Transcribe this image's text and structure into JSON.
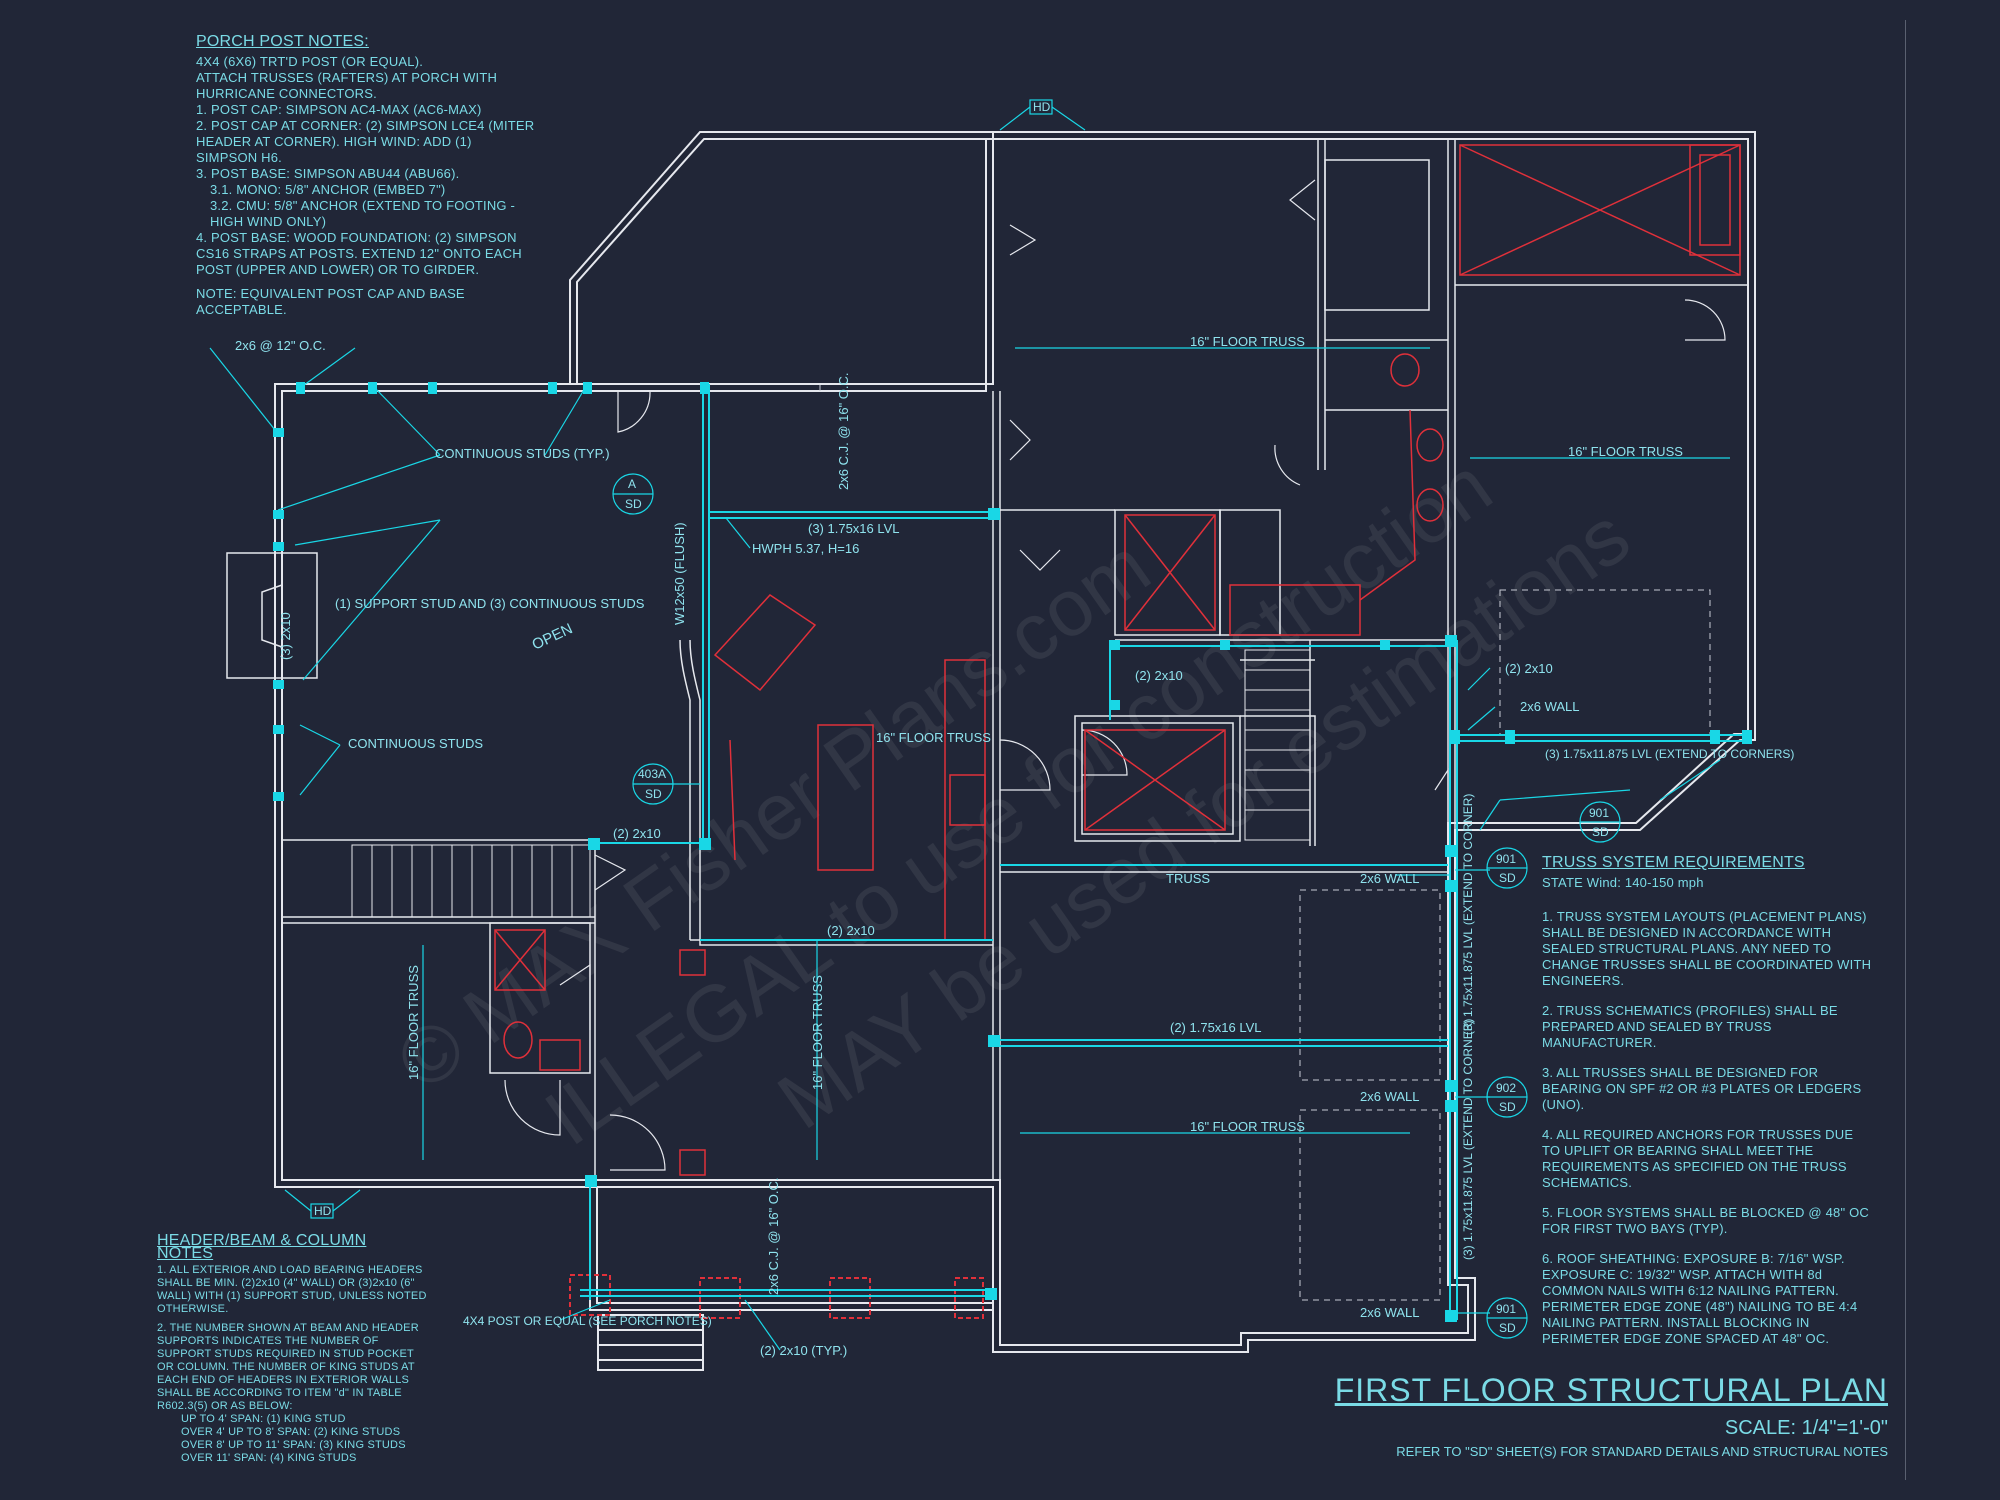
{
  "porch_notes": {
    "heading": "PORCH POST NOTES:",
    "items": [
      "4X4 (6X6) TRT'D POST (OR EQUAL).",
      "ATTACH TRUSSES (RAFTERS) AT PORCH WITH HURRICANE CONNECTORS.",
      "1. POST CAP: SIMPSON AC4-MAX (AC6-MAX)",
      "2. POST CAP AT CORNER: (2) SIMPSON LCE4 (MITER HEADER AT CORNER). HIGH WIND: ADD (1) SIMPSON H6.",
      "3. POST BASE: SIMPSON ABU44 (ABU66).",
      "3.1. MONO: 5/8\" ANCHOR (EMBED 7\")",
      "3.2. CMU: 5/8\" ANCHOR (EXTEND TO FOOTING - HIGH WIND ONLY)",
      "4. POST BASE: WOOD FOUNDATION: (2) SIMPSON CS16 STRAPS AT POSTS. EXTEND 12\" ONTO EACH POST (UPPER AND LOWER) OR TO GIRDER.",
      "NOTE: EQUIVALENT POST CAP AND BASE ACCEPTABLE."
    ]
  },
  "header_notes": {
    "heading": "HEADER/BEAM & COLUMN NOTES",
    "items": [
      "1. ALL EXTERIOR AND LOAD BEARING HEADERS SHALL BE MIN. (2)2x10 (4\" WALL) OR (3)2x10 (6\" WALL) WITH (1) SUPPORT STUD, UNLESS NOTED OTHERWISE.",
      "2. THE NUMBER SHOWN AT BEAM AND HEADER SUPPORTS INDICATES THE NUMBER OF SUPPORT STUDS REQUIRED IN STUD POCKET OR COLUMN. THE NUMBER OF KING STUDS AT EACH END OF HEADERS IN EXTERIOR WALLS SHALL BE ACCORDING TO ITEM \"d\" IN TABLE R602.3(5) OR AS BELOW:"
    ],
    "bullets": [
      "UP TO 4' SPAN: (1) KING STUD",
      "OVER 4' UP TO 8' SPAN: (2) KING STUDS",
      "OVER 8' UP TO 11' SPAN: (3) KING STUDS",
      "OVER 11' SPAN: (4) KING STUDS"
    ]
  },
  "truss_notes": {
    "heading": "TRUSS SYSTEM REQUIREMENTS",
    "subheading": "STATE Wind: 140-150 mph",
    "items": [
      "1. TRUSS SYSTEM LAYOUTS (PLACEMENT PLANS) SHALL BE DESIGNED IN ACCORDANCE WITH SEALED STRUCTURAL PLANS. ANY NEED TO CHANGE TRUSSES SHALL BE COORDINATED WITH ENGINEERS.",
      "2. TRUSS SCHEMATICS (PROFILES) SHALL BE PREPARED AND SEALED BY TRUSS MANUFACTURER.",
      "3. ALL TRUSSES SHALL BE DESIGNED FOR BEARING ON SPF #2 OR #3 PLATES OR LEDGERS (UNO).",
      "4. ALL REQUIRED ANCHORS FOR TRUSSES DUE TO UPLIFT OR BEARING SHALL MEET THE REQUIREMENTS AS SPECIFIED ON THE TRUSS SCHEMATICS.",
      "5. FLOOR SYSTEMS SHALL BE BLOCKED @ 48\" OC FOR FIRST TWO BAYS (TYP).",
      "6. ROOF SHEATHING: EXPOSURE B: 7/16\" WSP. EXPOSURE C: 19/32\" WSP. ATTACH WITH 8d COMMON NAILS WITH 6:12 NAILING PATTERN. PERIMETER EDGE ZONE (48\") NAILING TO BE 4:4 NAILING PATTERN. INSTALL BLOCKING IN PERIMETER EDGE ZONE SPACED AT 48\" OC."
    ]
  },
  "title_block": {
    "title": "FIRST FLOOR STRUCTURAL PLAN",
    "scale": "SCALE: 1/4\"=1'-0\"",
    "refer": "REFER TO \"SD\" SHEET(S) FOR STANDARD DETAILS AND STRUCTURAL NOTES"
  },
  "plan_labels": {
    "joist_top": "2x6 @ 12\" O.C.",
    "continuous_studs_typ": "CONTINUOUS STUDS (TYP.)",
    "continuous_studs": "CONTINUOUS STUDS",
    "support_stud": "(1) SUPPORT STUD AND (3) CONTINUOUS STUDS",
    "open": "OPEN",
    "cj_top": "2x6 C.J. @ 16\" O.C.",
    "cj_bottom": "2x6 C.J. @ 16\" O.C.",
    "lvl_top": "(3) 1.75x16 LVL",
    "hanger": "HWPH 5.37, H=16",
    "beam_w12": "W12x50 (FLUSH)",
    "truss_upper": "16\" FLOOR TRUSS",
    "truss_right": "16\" FLOOR TRUSS",
    "truss_kitchen": "16\" FLOOR TRUSS",
    "truss_left": "16\" FLOOR TRUSS",
    "truss_mid": "16\" FLOOR TRUSS",
    "truss_lower": "16\" FLOOR TRUSS",
    "truss": "TRUSS",
    "header_2x10_a": "(2) 2x10",
    "header_2x10_b": "(2) 2x10",
    "header_2x10_c": "(2) 2x10",
    "header_2x10_d": "(2) 2x10",
    "header_2x10_typ": "(2) 2x10 (TYP.)",
    "wall_2x6": "2x6 WALL",
    "wall_2x6_a": "2x6 WALL",
    "wall_2x6_b": "2x6 WALL",
    "wall_2x6_c": "2x6 WALL",
    "lvl_corners": "(3) 1.75x11.875 LVL (EXTEND TO CORNERS)",
    "lvl_mid": "(2) 1.75x16 LVL",
    "lvl_vert_a": "(3) 1.75x11.875 LVL (EXTEND TO CORNER)",
    "lvl_vert_b": "(3) 1.75x11.875 LVL (EXTEND TO CORNER)",
    "post_note": "4X4 POST OR EQUAL (SEE PORCH NOTES)",
    "fireplace_header": "(3) 2x10",
    "hd": "HD"
  },
  "detail_tags": {
    "a_sd": [
      "A",
      "SD"
    ],
    "t403": [
      "403A",
      "SD"
    ],
    "t901a": [
      "901",
      "SD"
    ],
    "t901b": [
      "901",
      "SD"
    ],
    "t902": [
      "902",
      "SD"
    ],
    "t901c": [
      "901",
      "SD"
    ]
  },
  "watermark": [
    "© MAX Fisher Plans.com",
    "ILLEGAL to use for construction",
    "MAY be used for estimations"
  ],
  "colors": {
    "background": "#212637",
    "wall": "#e6e8ee",
    "structural": "#19d7e6",
    "fixtures": "#e0303a",
    "text": "#7adbe6"
  }
}
